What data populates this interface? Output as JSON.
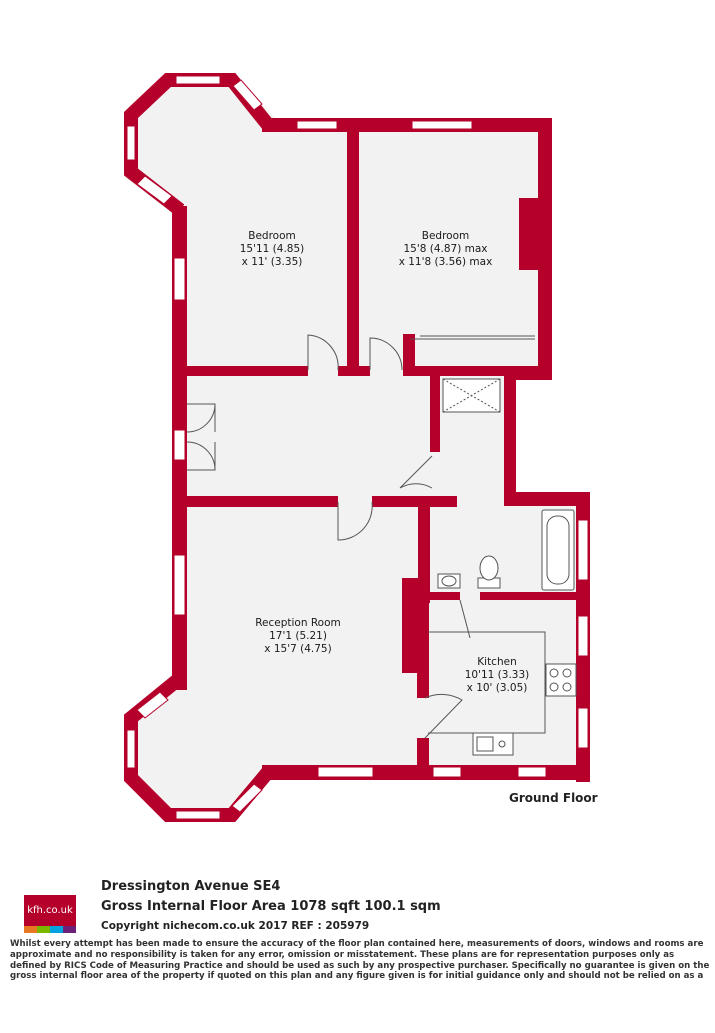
{
  "colors": {
    "wall": "#b5002b",
    "floor": "#f2f2f2",
    "window": "#ffffff",
    "fixture": "#555555"
  },
  "rooms": {
    "bedroom_1": {
      "name": "Bedroom",
      "size_line1": "15'11 (4.85)",
      "size_line2": "x 11' (3.35)"
    },
    "bedroom_2": {
      "name": "Bedroom",
      "size_line1": "15'8 (4.87) max",
      "size_line2": "x 11'8 (3.56) max"
    },
    "reception": {
      "name": "Reception Room",
      "size_line1": "17'1 (5.21)",
      "size_line2": "x 15'7 (4.75)"
    },
    "kitchen": {
      "name": "Kitchen",
      "size_line1": "10'11 (3.33)",
      "size_line2": "x 10' (3.05)"
    }
  },
  "floor_label": "Ground Floor",
  "logo": {
    "text": "kfh.co.uk",
    "stripe_colors": [
      "#e87722",
      "#7ab800",
      "#00a3e0",
      "#6d2077"
    ]
  },
  "footer": {
    "address": "Dressington Avenue  SE4",
    "area": "Gross Internal Floor Area 1078 sqft 100.1 sqm",
    "copyright": "Copyright nichecom.co.uk 2017 REF : 205979",
    "disclaimer": "Whilst every attempt has been made to ensure the accuracy of the floor plan contained here, measurements of doors, windows and rooms are approximate and no responsibility is taken for any error, omission or misstatement.  These plans are for representation purposes only as defined by RICS Code of Measuring Practice and should be used as such by any prospective purchaser.  Specifically no guarantee is given on the gross internal floor area of the property if quoted on this plan and any figure given is for initial guidance only and should not be relied on as a basis of valuation."
  }
}
